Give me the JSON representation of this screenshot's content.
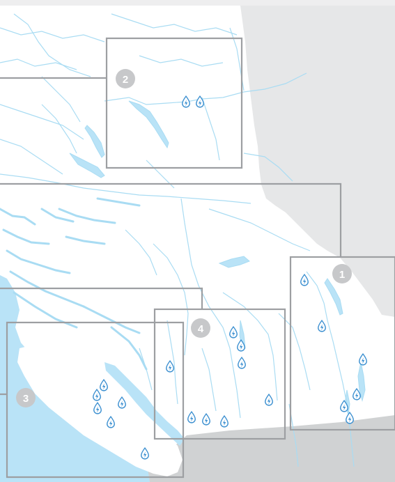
{
  "map": {
    "colors": {
      "land": "#ffffff",
      "water": "#b9e3f7",
      "neighbour_land": "#e6e7e8",
      "ocean_south": "#d0d2d3",
      "river": "#a9dcf3",
      "region_box": "#9d9fa2",
      "region_badge": "#c7c8ca",
      "plant_icon": "#3b8fd0"
    },
    "regions": [
      {
        "number": "1"
      },
      {
        "number": "2"
      },
      {
        "number": "3"
      },
      {
        "number": "4"
      }
    ],
    "icons": {
      "plant_marker": "hydro-plant-drop-icon"
    }
  }
}
